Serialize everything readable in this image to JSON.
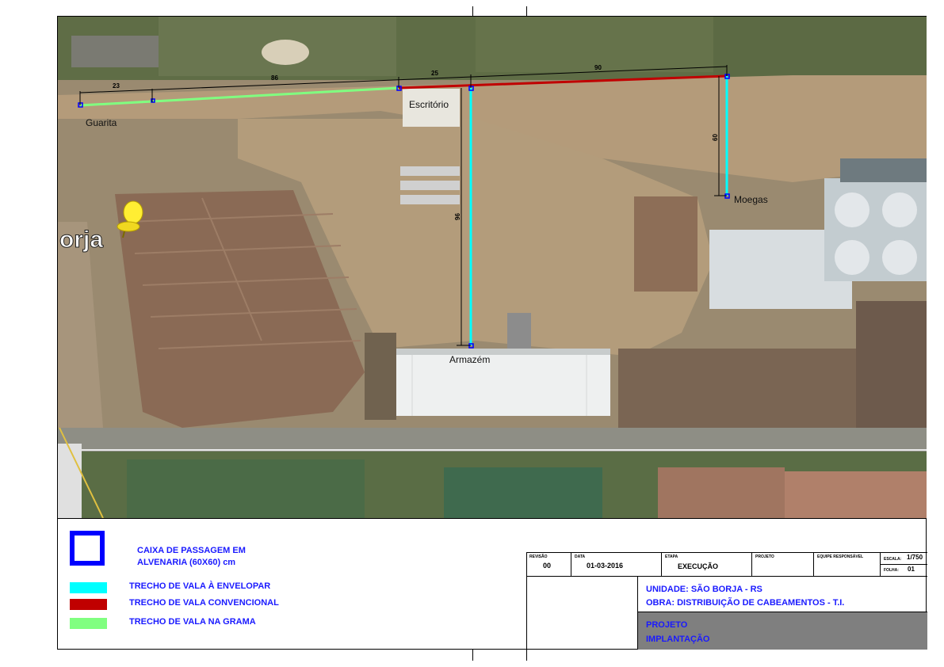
{
  "map": {
    "labels": {
      "guarita": "Guarita",
      "escritorio": "Escritório",
      "moegas": "Moegas",
      "armazem": "Armazém",
      "town": "orja"
    },
    "dimensions": {
      "d1": "23",
      "d2": "86",
      "d3": "25",
      "d4": "90",
      "d5": "60",
      "d6": "96"
    }
  },
  "legend": {
    "box_label_line1": "CAIXA DE PASSAGEM EM",
    "box_label_line2": "ALVENARIA (60X60) cm",
    "cyan_label": "TRECHO DE VALA À ENVELOPAR",
    "red_label": "TRECHO DE VALA CONVENCIONAL",
    "green_label": "TRECHO DE VALA NA GRAMA",
    "colors": {
      "box": "#0000ff",
      "cyan": "#00ffff",
      "red": "#c00000",
      "green": "#80ff80"
    }
  },
  "title_block": {
    "revisao_label": "REVISÃO",
    "revisao_value": "00",
    "data_label": "DATA",
    "data_value": "01-03-2016",
    "etapa_label": "ETAPA",
    "etapa_value": "EXECUÇÃO",
    "projeto_label": "PROJETO",
    "equipe_label": "EQUIPE RESPONSÁVEL",
    "escala_label": "ESCALA:",
    "escala_value": "1/750",
    "folha_label": "FOLHA:",
    "folha_value": "01",
    "unidade": "UNIDADE: SÃO BORJA - RS",
    "obra": "OBRA: DISTRIBUIÇÃO DE CABEAMENTOS - T.I.",
    "projeto_line1": "PROJETO",
    "projeto_line2": "IMPLANTAÇÃO"
  }
}
